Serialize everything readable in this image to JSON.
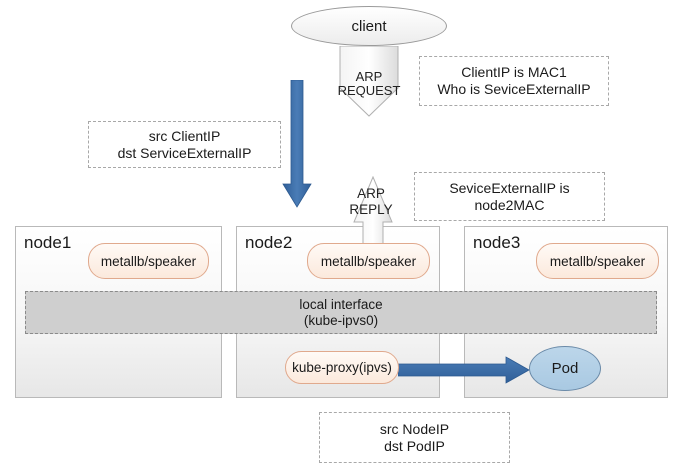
{
  "client": {
    "label": "client"
  },
  "arp_request": {
    "line1": "ARP",
    "line2": "REQUEST"
  },
  "arp_reply": {
    "line1": "ARP",
    "line2": "REPLY"
  },
  "notes": {
    "client_mac": {
      "line1": "ClientIP is MAC1",
      "line2": "Who is SeviceExternalIP"
    },
    "src_dst_client": {
      "line1": "src ClientIP",
      "line2": "dst ServiceExternalIP"
    },
    "service_mac": {
      "line1": "SeviceExternalIP is",
      "line2": "node2MAC"
    },
    "src_dst_pod": {
      "line1": "src NodeIP",
      "line2": "dst PodIP"
    }
  },
  "nodes": [
    {
      "label": "node1",
      "speaker": "metallb/speaker"
    },
    {
      "label": "node2",
      "speaker": "metallb/speaker"
    },
    {
      "label": "node3",
      "speaker": "metallb/speaker"
    }
  ],
  "local_interface": {
    "line1": "local interface",
    "line2": "(kube-ipvs0)"
  },
  "kube_proxy": {
    "label": "kube-proxy(ipvs)"
  },
  "pod": {
    "label": "Pod"
  },
  "colors": {
    "blue_arrow": "#3f6fa8",
    "speaker_border": "#e0a98d",
    "pod_fill": "#a9c9e2"
  }
}
